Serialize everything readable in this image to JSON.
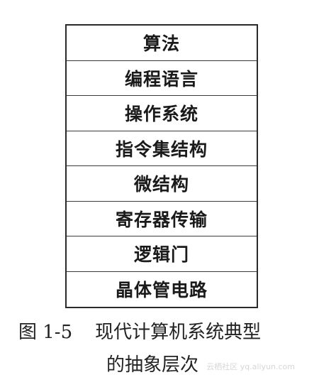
{
  "layers": [
    "算法",
    "编程语言",
    "操作系统",
    "指令集结构",
    "微结构",
    "寄存器传输",
    "逻辑门",
    "晶体管电路"
  ],
  "caption": {
    "figure_number": "图 1-5",
    "line1_text": "现代计算机系统典型",
    "line2_text": "的抽象层次"
  },
  "watermark": "云栖社区 yq.aliyun.com"
}
